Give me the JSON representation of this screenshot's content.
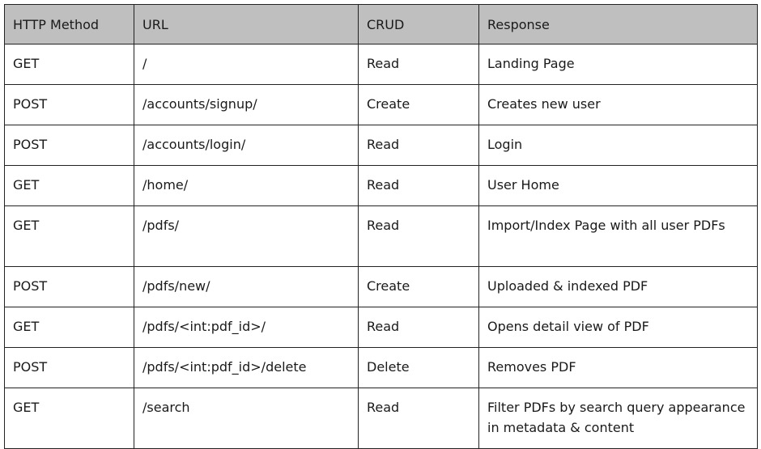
{
  "table": {
    "headers": [
      "HTTP Method",
      "URL",
      "CRUD",
      "Response"
    ],
    "rows": [
      {
        "method": "GET",
        "url": "/",
        "crud": "Read",
        "response": "Landing Page"
      },
      {
        "method": "POST",
        "url": "/accounts/signup/",
        "crud": "Create",
        "response": "Creates new user"
      },
      {
        "method": "POST",
        "url": "/accounts/login/",
        "crud": "Read",
        "response": "Login"
      },
      {
        "method": "GET",
        "url": "/home/",
        "crud": "Read",
        "response": "User Home"
      },
      {
        "method": "GET",
        "url": "/pdfs/",
        "crud": "Read",
        "response": "Import/Index Page with all user PDFs"
      },
      {
        "method": "POST",
        "url": "/pdfs/new/",
        "crud": "Create",
        "response": "Uploaded & indexed PDF"
      },
      {
        "method": "GET",
        "url": "/pdfs/<int:pdf_id>/",
        "crud": "Read",
        "response": "Opens detail view of PDF"
      },
      {
        "method": "POST",
        "url": "/pdfs/<int:pdf_id>/delete",
        "crud": "Delete",
        "response": "Removes PDF"
      },
      {
        "method": "GET",
        "url": "/search",
        "crud": "Read",
        "response": "Filter PDFs by search query appearance in metadata & content"
      }
    ]
  },
  "colors": {
    "header_background": "#bfbfbf",
    "border": "#222222",
    "text": "#1a1a1a"
  }
}
